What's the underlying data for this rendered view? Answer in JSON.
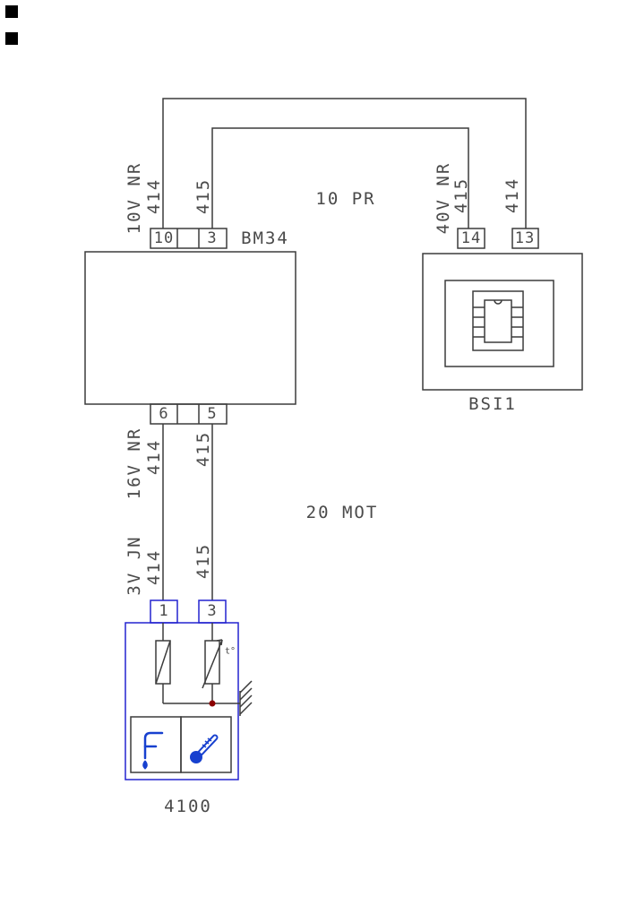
{
  "colors": {
    "wire": "#3c3c3c",
    "text": "#4a4a4a",
    "blue": "#2323cf",
    "red": "#8b0000",
    "icon": "#1740cf"
  },
  "harness": {
    "top_label": "10 PR",
    "bottom_label": "20 MOT"
  },
  "bm34": {
    "label": "BM34",
    "pin_top_left": "10",
    "pin_top_right": "3",
    "pin_bottom_left": "6",
    "pin_bottom_right": "5"
  },
  "bsi": {
    "label": "BSI1",
    "pin_left": "14",
    "pin_right": "13"
  },
  "sensor": {
    "label": "4100",
    "pin_left": "1",
    "pin_right": "3",
    "temp_mark": "t°"
  },
  "wires": {
    "top_left_code": "10V NR",
    "top_left_num": "414",
    "top_mid_num": "415",
    "top_right_code": "40V NR",
    "top_right_num_inner": "415",
    "top_right_num_outer": "414",
    "mid_left_code": "16V NR",
    "mid_left_num": "414",
    "mid_right_num": "415",
    "low_left_code": "3V JN",
    "low_left_num": "414",
    "low_right_num": "415"
  }
}
